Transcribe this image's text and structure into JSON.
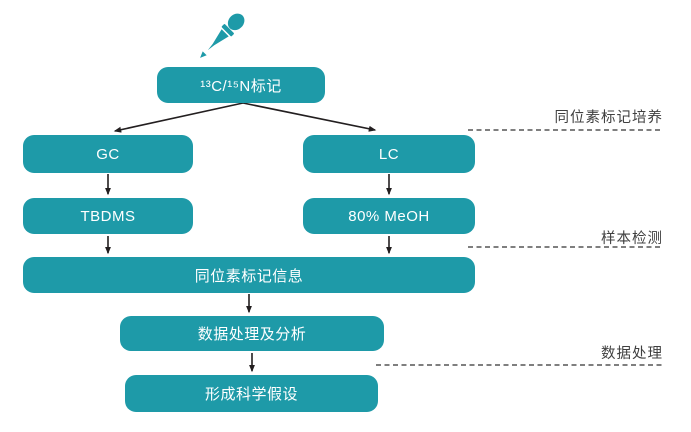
{
  "colors": {
    "teal": "#1E9AA8",
    "box_text": "#ffffff",
    "arrow": "#231f20",
    "dash": "#333333",
    "label_text": "#404040"
  },
  "nodes": {
    "labeling": "¹³C/¹⁵N标记",
    "gc": "GC",
    "lc": "LC",
    "tbdms": "TBDMS",
    "meoh": "80% MeOH",
    "isotope_info": "同位素标记信息",
    "analysis": "数据处理及分析",
    "hypothesis": "形成科学假设"
  },
  "stage_labels": {
    "culture": "同位素标记培养",
    "detection": "样本检测",
    "processing": "数据处理"
  },
  "icons": {
    "dropper": "dropper-icon"
  }
}
